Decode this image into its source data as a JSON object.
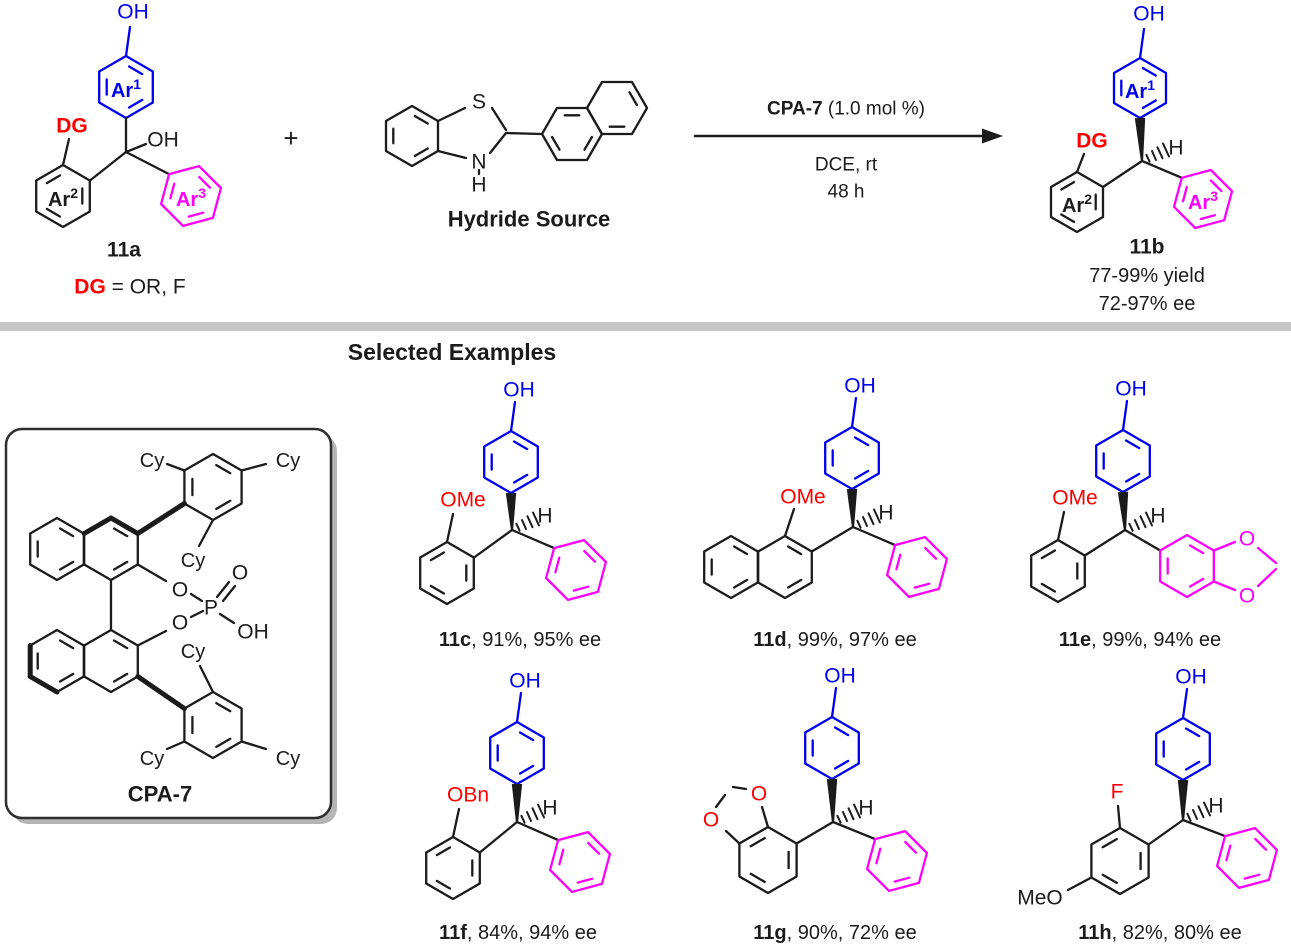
{
  "colors": {
    "blue": "#0000ee",
    "red": "#ff0000",
    "magenta": "#fb00fb",
    "ink": "#1b1b1b",
    "divider": "#c5c5c5",
    "box_border": "#2f2f2f",
    "box_shadow": "#b5b5b5"
  },
  "top": {
    "reactant": {
      "oh_top": "OH",
      "ar1": "Ar",
      "ar1_sup": "1",
      "dg": "DG",
      "oh_center": "OH",
      "ar2": "Ar",
      "ar2_sup": "2",
      "ar3": "Ar",
      "ar3_sup": "3",
      "label": "11a",
      "dg_def_dg": "DG",
      "dg_def_rest": " = OR, F"
    },
    "plus": "+",
    "hydride": {
      "s": "S",
      "n": "N",
      "h": "H",
      "label": "Hydride Source"
    },
    "conditions": {
      "catalyst": "CPA-7",
      "loading": " (1.0 mol %)",
      "solvent": "DCE,  rt",
      "time": "48 h"
    },
    "product": {
      "oh_top": "OH",
      "ar1": "Ar",
      "ar1_sup": "1",
      "dg": "DG",
      "h": "H",
      "ar2": "Ar",
      "ar2_sup": "2",
      "ar3": "Ar",
      "ar3_sup": "3",
      "label": "11b",
      "yield": "77-99% yield",
      "ee": "72-97% ee"
    }
  },
  "examples_title": "Selected Examples",
  "catalyst_box": {
    "label": "CPA-7",
    "cy_tl": "Cy",
    "cy_tr": "Cy",
    "cy_mid_top": "Cy",
    "cy_mid_bot": "Cy",
    "cy_bl": "Cy",
    "cy_br": "Cy",
    "o_top": "O",
    "o_bot": "O",
    "o_dbl": "O",
    "p": "P",
    "oh": "OH"
  },
  "examples": {
    "c": {
      "id": "11c",
      "results": ", 91%, 95% ee",
      "oh": "OH",
      "sub": "OMe",
      "h": "H"
    },
    "d": {
      "id": "11d",
      "results": ", 99%, 97% ee",
      "oh": "OH",
      "sub": "OMe",
      "h": "H"
    },
    "e": {
      "id": "11e",
      "results": ", 99%, 94% ee",
      "oh": "OH",
      "sub": "OMe",
      "h": "H",
      "o_top": "O",
      "o_bot": "O"
    },
    "f": {
      "id": "11f",
      "results": ", 84%, 94% ee",
      "oh": "OH",
      "sub": "OBn",
      "h": "H"
    },
    "g": {
      "id": "11g",
      "results": ", 90%, 72% ee",
      "oh": "OH",
      "h": "H",
      "o_top": "O",
      "o_left": "O"
    },
    "h": {
      "id": "11h",
      "results": ", 82%, 80% ee",
      "oh": "OH",
      "sub": "F",
      "meo": "MeO",
      "h": "H"
    }
  }
}
